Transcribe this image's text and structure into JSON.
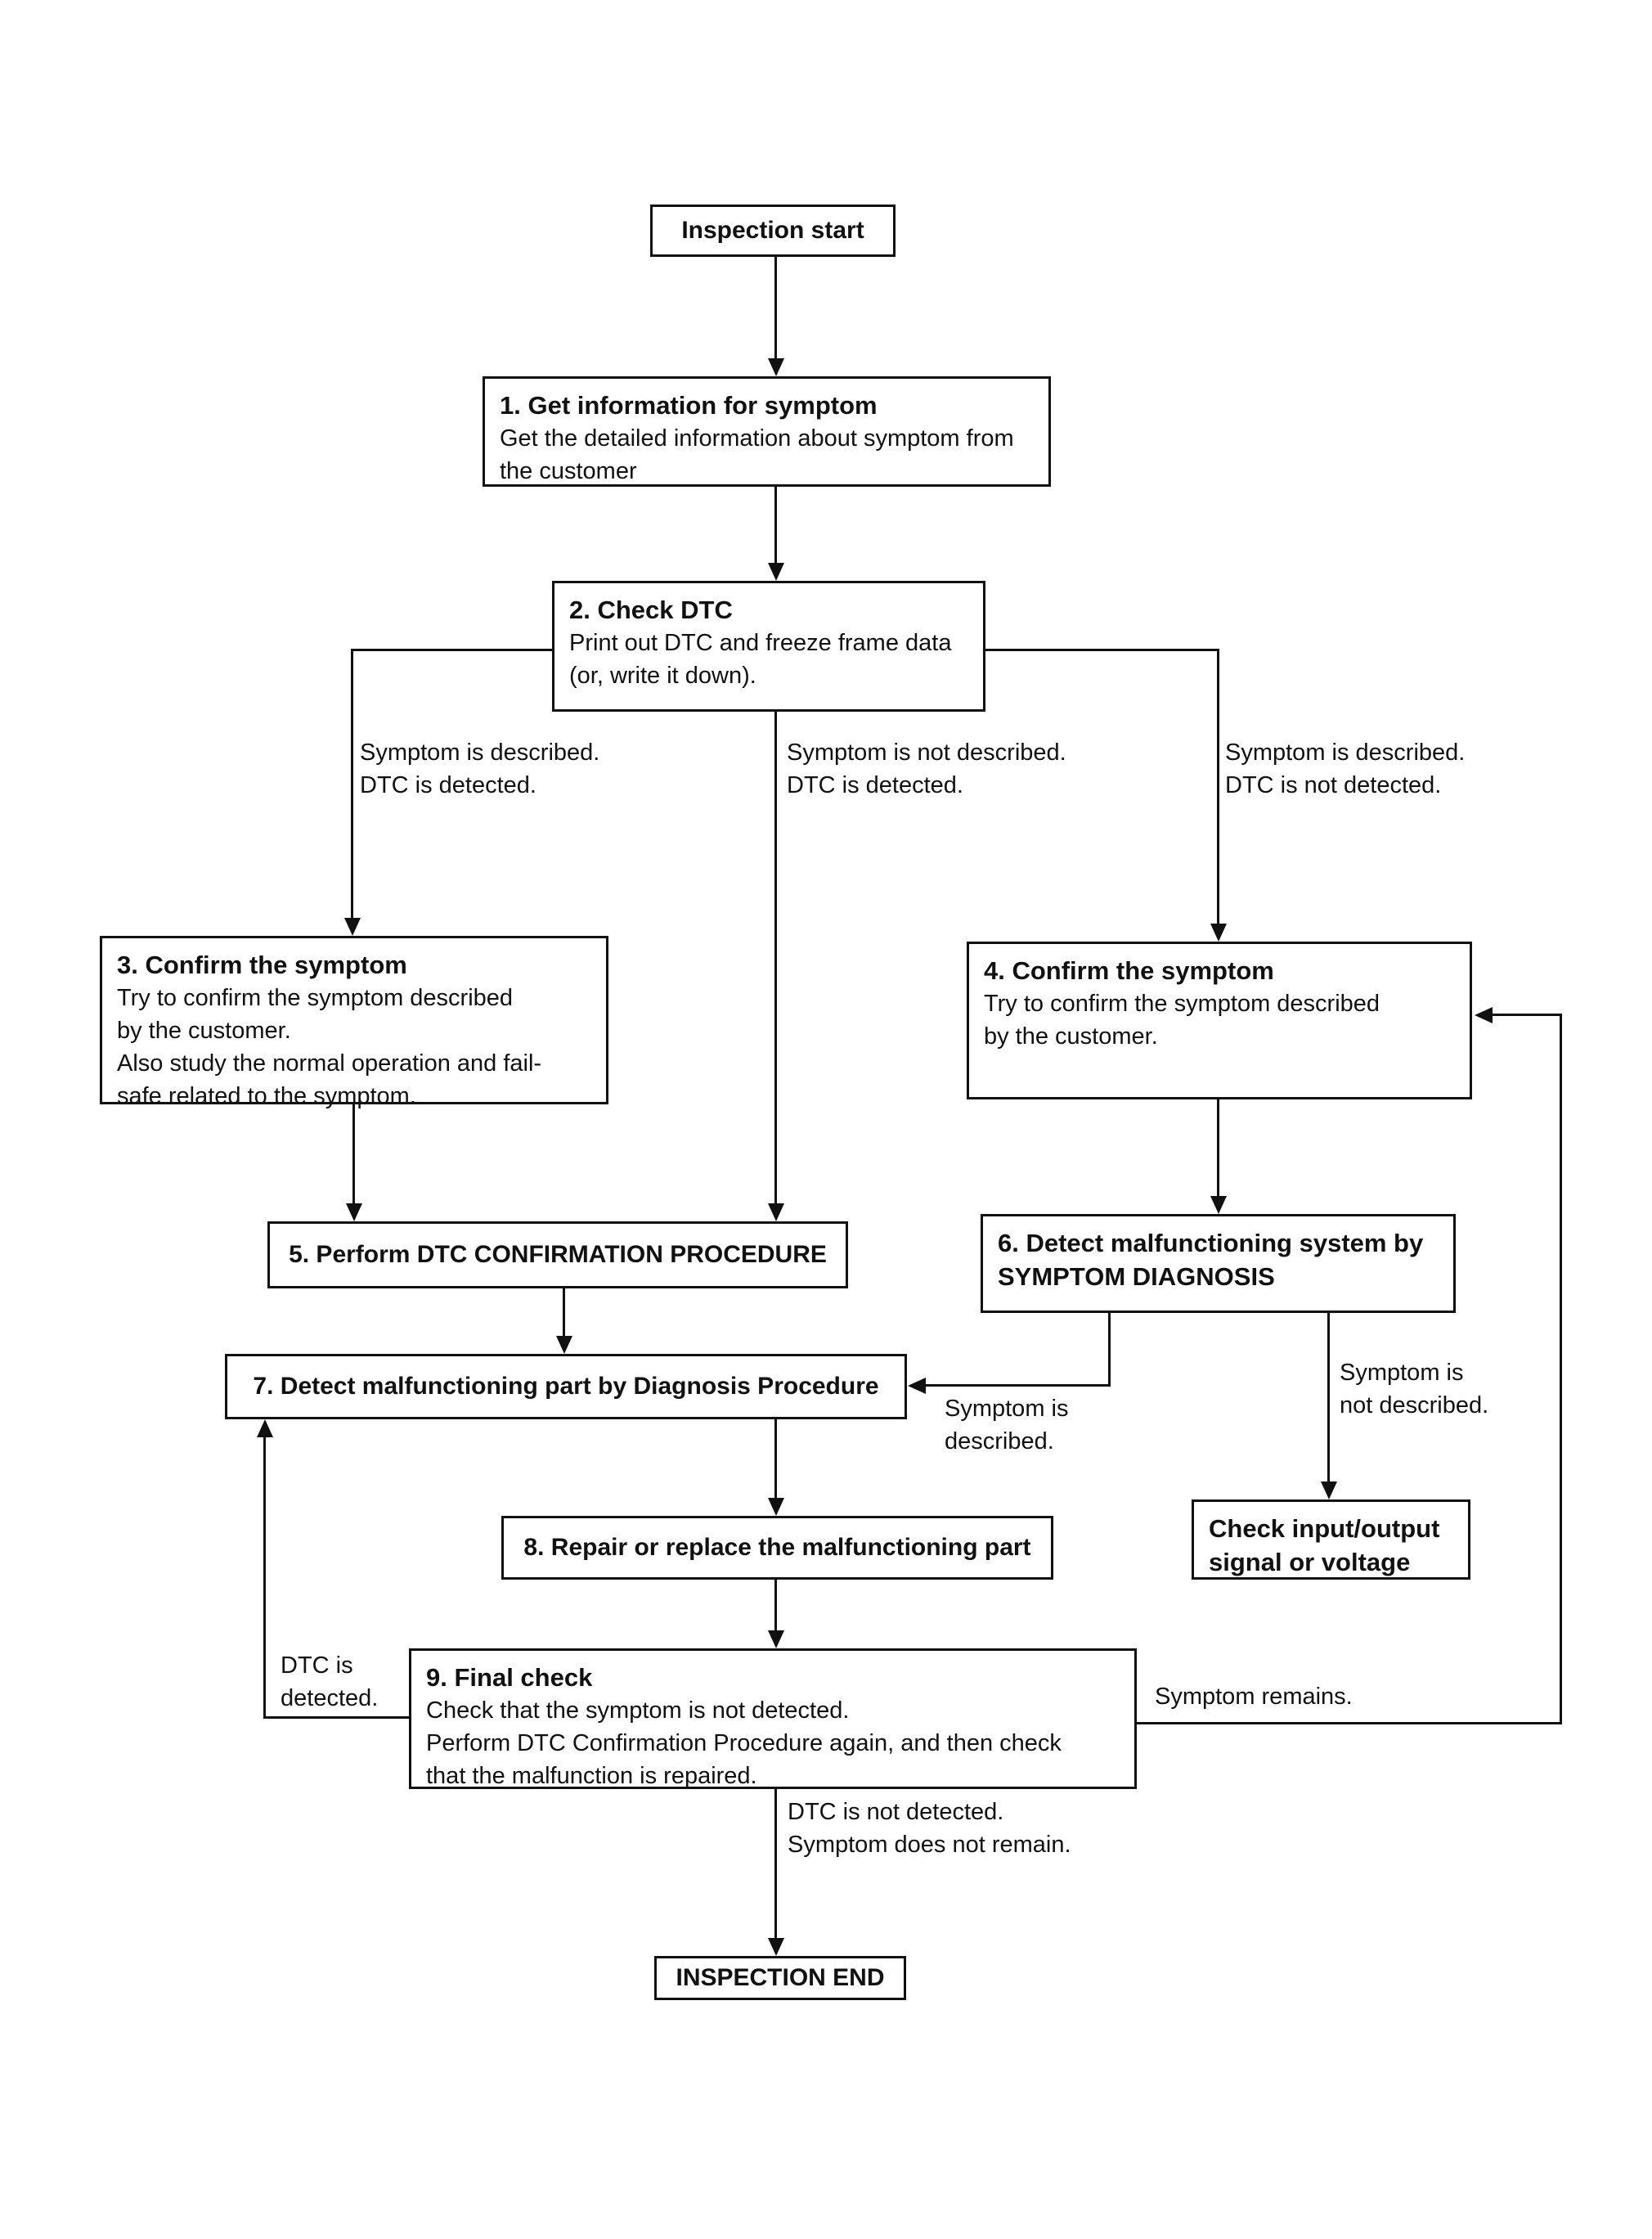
{
  "diagram": {
    "nodes": {
      "start": {
        "label": "Inspection start"
      },
      "step1": {
        "title": "1. Get information for symptom",
        "body": "Get the detailed information about symptom from\nthe customer"
      },
      "step2": {
        "title": "2. Check DTC",
        "body": "Print out DTC and freeze frame data\n(or, write it down)."
      },
      "step3": {
        "title": "3. Confirm the symptom",
        "body": "Try to confirm the symptom described\nby the customer.\nAlso study the normal operation and fail-\nsafe related to the symptom."
      },
      "step4": {
        "title": "4. Confirm the symptom",
        "body": "Try to confirm the symptom described\nby the customer."
      },
      "step5": {
        "label": "5. Perform DTC CONFIRMATION PROCEDURE"
      },
      "step6": {
        "label": "6. Detect malfunctioning system by\nSYMPTOM DIAGNOSIS"
      },
      "step7": {
        "label": "7. Detect malfunctioning part by Diagnosis Procedure"
      },
      "step8": {
        "label": "8. Repair or replace the malfunctioning part"
      },
      "check_io": {
        "label": "Check input/output\nsignal or voltage"
      },
      "step9": {
        "title": "9. Final check",
        "body": "Check that the symptom is not detected.\nPerform DTC Confirmation Procedure again, and then check\nthat the malfunction is repaired."
      },
      "end": {
        "label": "INSPECTION END"
      }
    },
    "edge_labels": {
      "branch_left": "Symptom is described.\nDTC is detected.",
      "branch_mid": "Symptom is not described.\nDTC is detected.",
      "branch_right": "Symptom is described.\nDTC is not detected.",
      "symptom_described": "Symptom is\ndescribed.",
      "symptom_not_described": "Symptom is\nnot described.",
      "dtc_detected": "DTC is\ndetected.",
      "symptom_remains": "Symptom remains.",
      "final_ok": "DTC is not detected.\nSymptom does not remain."
    },
    "colors": {
      "ink": "#111111",
      "paper": "#ffffff"
    }
  }
}
